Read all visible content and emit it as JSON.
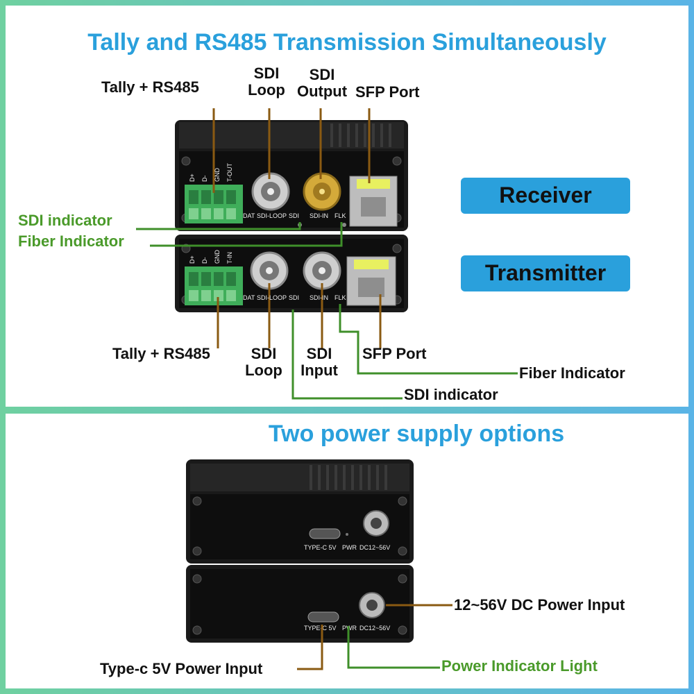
{
  "top": {
    "title": "Tally and RS485 Transmission Simultaneously",
    "receiver_labels": {
      "tally": "Tally + RS485",
      "sdi_loop": [
        "SDI",
        "Loop"
      ],
      "sdi_output": [
        "SDI",
        "Output"
      ],
      "sfp": "SFP Port"
    },
    "indicators": {
      "sdi": "SDI indicator",
      "fiber": "Fiber Indicator"
    },
    "badges": {
      "receiver": "Receiver",
      "transmitter": "Transmitter"
    },
    "transmitter_labels": {
      "tally": "Tally + RS485",
      "sdi_loop": [
        "SDI",
        "Loop"
      ],
      "sdi_input": [
        "SDI",
        "Input"
      ],
      "sfp": "SFP Port",
      "fiber": "Fiber Indicator",
      "sdi": "SDI indicator"
    },
    "port_text": {
      "rx_terms": [
        "D+",
        "D-",
        "GND",
        "T-OUT"
      ],
      "tx_terms": [
        "D+",
        "D-",
        "GND",
        "T-IN"
      ],
      "rx_bottom": [
        "DAT",
        "SDI-LOOP",
        "SDI",
        "SDI-IN",
        "FLK"
      ],
      "tx_bottom": [
        "DAT",
        "SDI-LOOP",
        "SDI",
        "SDI-IN",
        "FLK"
      ]
    }
  },
  "bottom": {
    "title": "Two power supply options",
    "dc_label": "12~56V DC Power Input",
    "typec_label": "Type-c 5V Power Input",
    "pwr_label": "Power Indicator Light",
    "port_text": [
      "TYPE-C 5V",
      "PWR",
      "DC12~56V"
    ]
  }
}
